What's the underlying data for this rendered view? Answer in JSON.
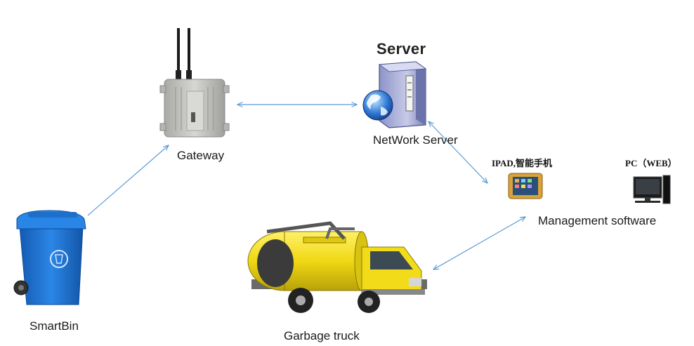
{
  "labels": {
    "server_title": "Server",
    "network_server": "NetWork Server",
    "gateway": "Gateway",
    "ipad": "IPAD,智能手机",
    "pc": "PC（WEB）",
    "management": "Management software",
    "smartbin": "SmartBin",
    "truck": "Garbage truck"
  },
  "colors": {
    "arrow": "#5b9bd5",
    "bin_blue": "#1e6fd0",
    "truck_yellow": "#f2dc1a",
    "gateway_gray": "#c9cac6"
  },
  "icons": [
    "gateway-icon",
    "server-icon",
    "tablet-icon",
    "pc-icon",
    "smartbin-icon",
    "garbage-truck-icon"
  ]
}
